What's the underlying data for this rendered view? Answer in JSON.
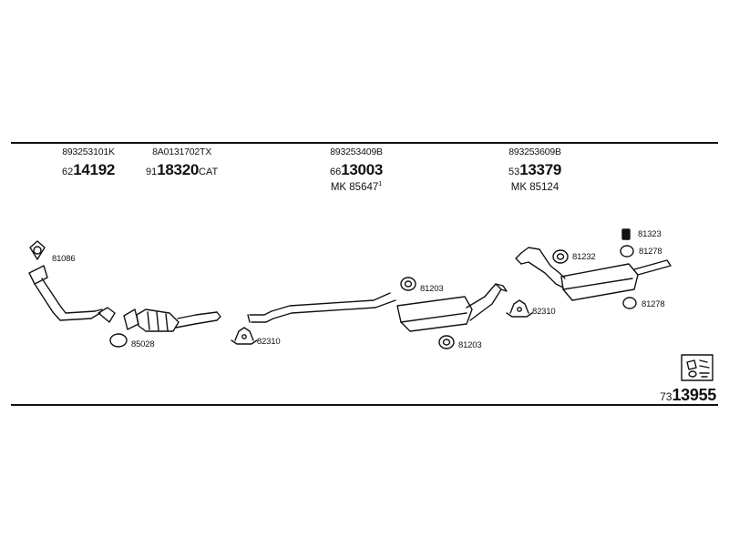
{
  "headers": [
    {
      "oe": "893253101K",
      "prefix": "62",
      "number": "14192",
      "suffix": "",
      "mk": "",
      "mk_sup": ""
    },
    {
      "oe": "8A0131702TX",
      "prefix": "91",
      "number": "18320",
      "suffix": "CAT",
      "mk": "",
      "mk_sup": ""
    },
    {
      "oe": "893253409B",
      "prefix": "66",
      "number": "13003",
      "suffix": "",
      "mk": "MK  85647",
      "mk_sup": "1"
    },
    {
      "oe": "893253609B",
      "prefix": "53",
      "number": "13379",
      "suffix": "",
      "mk": "MK  85124",
      "mk_sup": ""
    }
  ],
  "labels": {
    "gasket_front": "81086",
    "ring_front": "85028",
    "clamp_1": "82310",
    "mount_middle_top": "81203",
    "mount_middle_bottom": "81203",
    "clamp_2": "82310",
    "mount_rear": "81232",
    "clip_rear": "81323",
    "ring_rear_top": "81278",
    "ring_rear_bottom": "81278"
  },
  "footer": {
    "prefix": "73",
    "number": "13955"
  }
}
